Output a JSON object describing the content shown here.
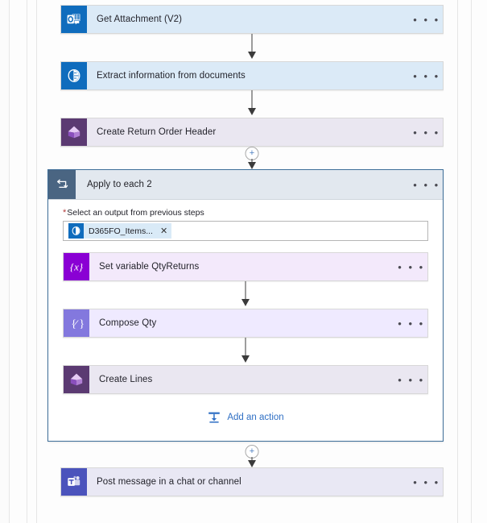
{
  "canvas": {
    "background_color": "#fdfdfd",
    "rail_color": "#e6e6e6"
  },
  "flow": {
    "nodes": [
      {
        "id": "get-attachment",
        "label": "Get Attachment (V2)",
        "icon": "outlook-icon",
        "palette": "c-blue",
        "overflow_label": "• • •"
      },
      {
        "id": "extract-information",
        "label": "Extract information from documents",
        "icon": "ai-builder-icon",
        "palette": "c-blue",
        "overflow_label": "• • •"
      },
      {
        "id": "create-return-order-header",
        "label": "Create Return Order Header",
        "icon": "dataverse-icon",
        "palette": "c-lilac",
        "overflow_label": "• • •"
      }
    ],
    "scope": {
      "id": "apply-to-each-2",
      "label": "Apply to each 2",
      "icon": "loop-icon",
      "overflow_label": "• • •",
      "field": {
        "required_marker": "*",
        "label": "Select an output from previous steps",
        "token": {
          "icon": "ai-builder-icon",
          "text": "D365FO_Items...",
          "remove_label": "✕"
        }
      },
      "children": [
        {
          "id": "set-variable-qtyreturns",
          "label": "Set variable QtyReturns",
          "icon": "variables-icon",
          "palette": "c-violet",
          "overflow_label": "• • •"
        },
        {
          "id": "compose-qty",
          "label": "Compose Qty",
          "icon": "compose-icon",
          "palette": "c-periwinkle",
          "overflow_label": "• • •"
        },
        {
          "id": "create-lines",
          "label": "Create Lines",
          "icon": "dataverse-icon",
          "palette": "c-lilac",
          "overflow_label": "• • •"
        }
      ],
      "add_action": {
        "icon": "insert-action-icon",
        "label": "Add an action"
      }
    },
    "tail_nodes": [
      {
        "id": "post-message",
        "label": "Post message in a chat or channel",
        "icon": "teams-icon",
        "palette": "c-teams",
        "overflow_label": "• • •"
      }
    ],
    "connector": {
      "plus_label": "+"
    }
  },
  "colors": {
    "accent_blue": "#0f6cbd",
    "dataverse_purple": "#5b3a72",
    "variables_purple": "#8a00d4",
    "compose_periwinkle": "#8378de",
    "teams_indigo": "#4b53bc",
    "scope_border": "#3f6f9a",
    "link_blue": "#2f6fc4",
    "required_red": "#b33a3a"
  }
}
